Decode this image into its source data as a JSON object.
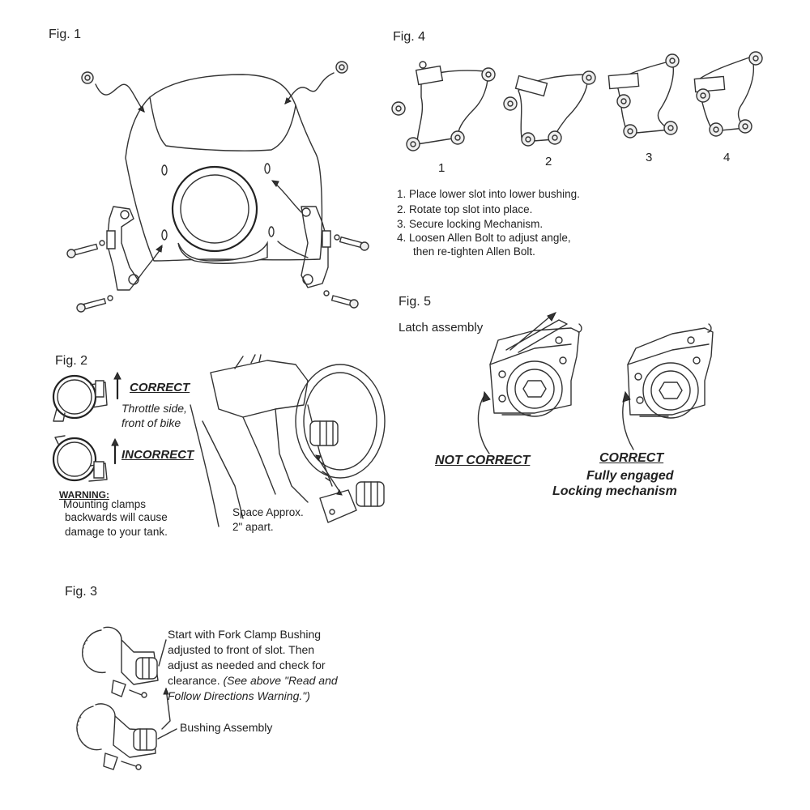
{
  "fig1": {
    "title": "Fig. 1"
  },
  "fig2": {
    "title": "Fig. 2",
    "correct_label": "CORRECT",
    "correct_desc_1": "Throttle side,",
    "correct_desc_2": "front of bike",
    "incorrect_label": "INCORRECT",
    "warning_label": "WARNING:",
    "warning_1": "Mounting clamps",
    "warning_2": "backwards will cause",
    "warning_3": "damage to your tank.",
    "space_1": "Space Approx.",
    "space_2": "2\" apart."
  },
  "fig3": {
    "title": "Fig. 3",
    "line_1": "Start with Fork Clamp Bushing",
    "line_2": "adjusted to front of  slot. Then",
    "line_3": "adjust as needed and check for",
    "line_4_a": "clearance. ",
    "line_4_b": "(See above \"Read and",
    "line_5": "Follow Directions Warning.\")",
    "bushing_label": "Bushing Assembly"
  },
  "fig4": {
    "title": "Fig. 4",
    "step_numbers": [
      "1",
      "2",
      "3",
      "4"
    ],
    "steps": [
      "1. Place lower slot into lower bushing.",
      "2. Rotate top slot into place.",
      "3. Secure locking Mechanism.",
      "4. Loosen Allen Bolt to adjust angle,",
      "then re-tighten Allen Bolt."
    ]
  },
  "fig5": {
    "title": "Fig. 5",
    "latch_label": "Latch assembly",
    "not_correct": "NOT CORRECT",
    "correct": "CORRECT",
    "fully_1": "Fully engaged",
    "fully_2": "Locking mechanism"
  }
}
